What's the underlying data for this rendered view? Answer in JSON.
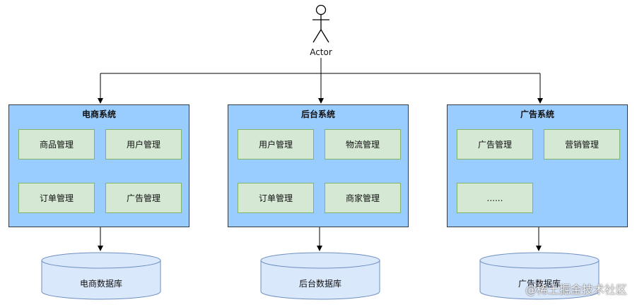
{
  "actor": {
    "label": "Actor"
  },
  "systems": [
    {
      "title": "电商系统",
      "modules": [
        "商品管理",
        "用户管理",
        "订单管理",
        "广告管理"
      ]
    },
    {
      "title": "后台系统",
      "modules": [
        "用户管理",
        "物流管理",
        "订单管理",
        "商家管理"
      ]
    },
    {
      "title": "广告系统",
      "modules": [
        "广告管理",
        "营销管理",
        "......"
      ]
    }
  ],
  "databases": [
    "电商数据库",
    "后台数据库",
    "广告数据库"
  ],
  "watermark": "@稀土掘金技术社区",
  "colors": {
    "system_fill": "#99ccff",
    "module_fill": "#d5e8d4",
    "module_border": "#82b366",
    "database_fill": "#dae8fc",
    "database_border": "#6c8ebf"
  }
}
